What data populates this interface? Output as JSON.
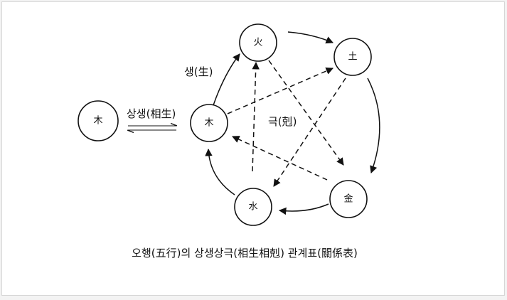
{
  "diagram": {
    "nodes": {
      "fire": "火",
      "earth": "土",
      "wood_center": "木",
      "metal": "金",
      "water": "水",
      "wood_left": "木"
    },
    "labels": {
      "generation": "생(生)",
      "mutual_generation": "상생(相生)",
      "overcoming": "극(剋)"
    },
    "caption": "오행(五行)의 상생상극(相生相剋) 관계표(關係表)"
  }
}
